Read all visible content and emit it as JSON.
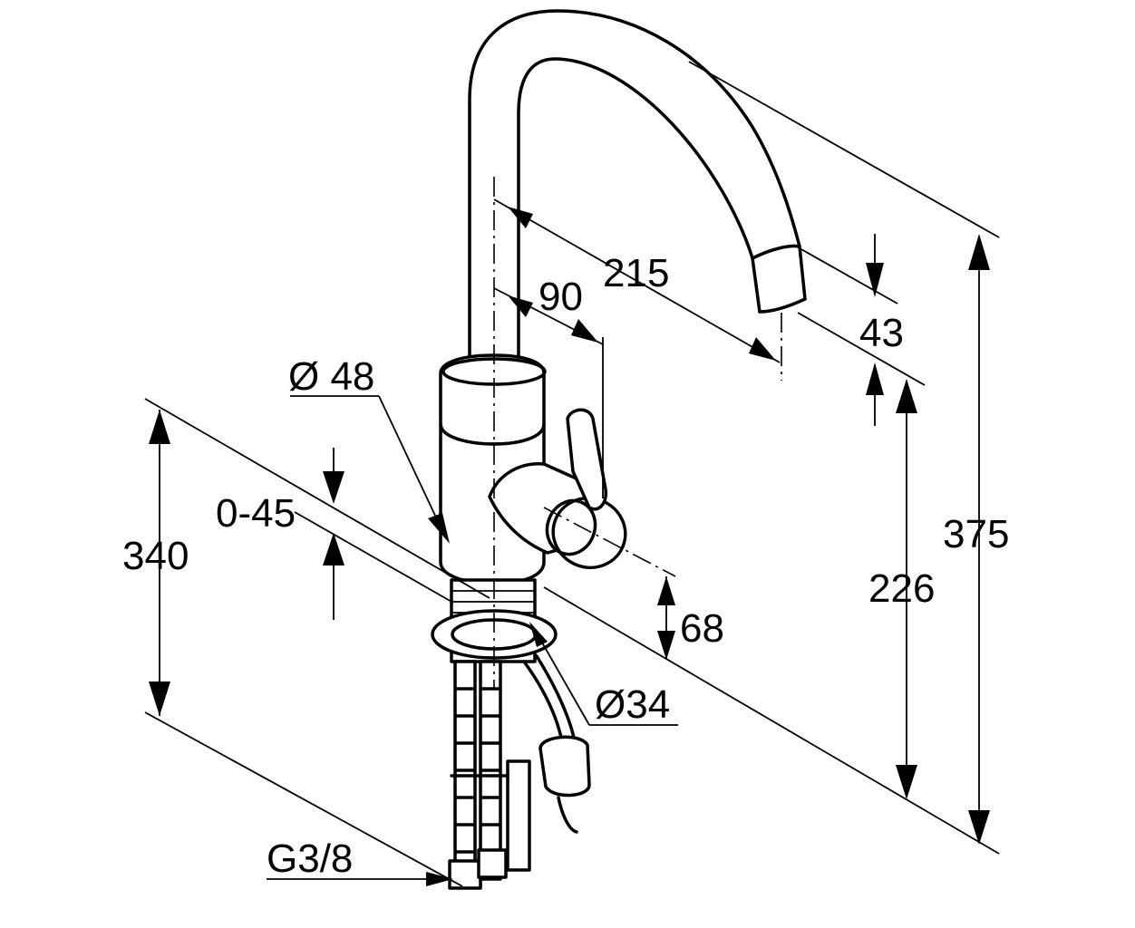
{
  "dimensions": {
    "reach": "215",
    "lever_offset": "90",
    "body_diameter": "Ø 48",
    "outlet_height_step": "43",
    "base_height": "340",
    "counter_thickness": "0-45",
    "spout_outlet_height": "226",
    "total_height": "375",
    "lever_axis_height": "68",
    "mounting_hole": "Ø34",
    "connection_thread": "G3/8"
  }
}
